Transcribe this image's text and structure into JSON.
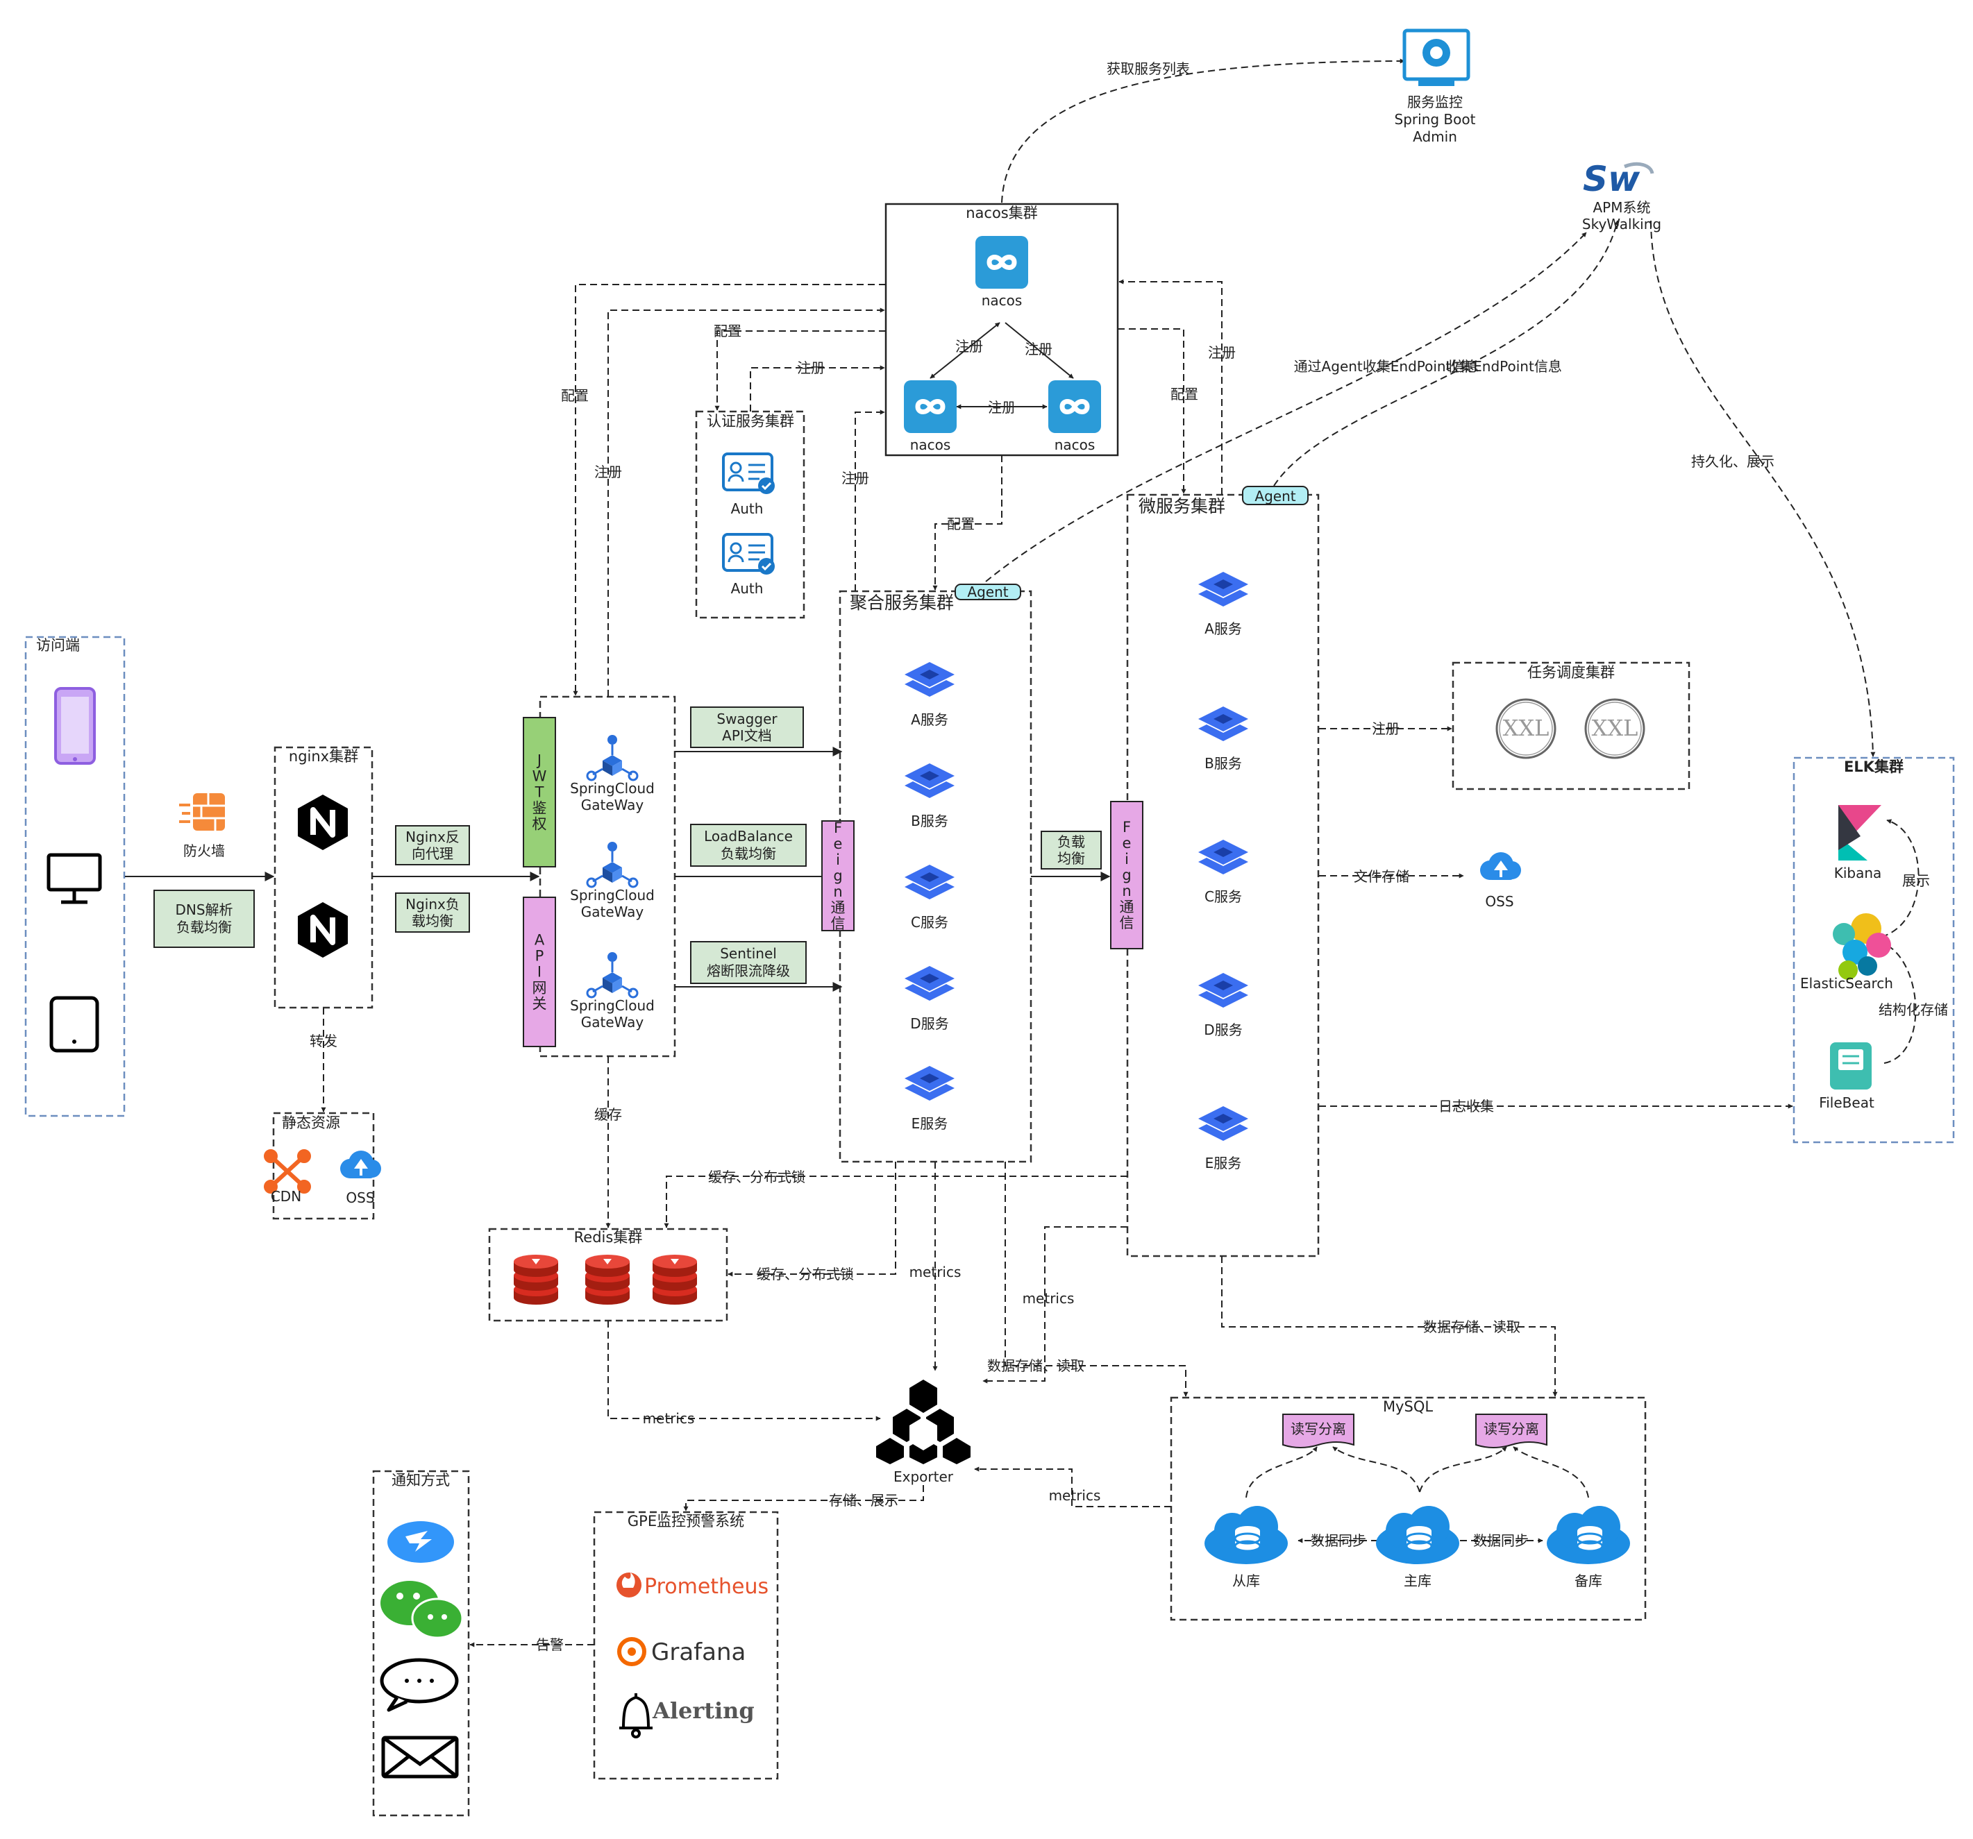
{
  "groups": {
    "access": "访问端",
    "nginx": "nginx集群",
    "static": "静态资源",
    "auth": "认证服务集群",
    "nacos": "nacos集群",
    "agg": "聚合服务集群",
    "micro": "微服务集群",
    "xxl": "任务调度集群",
    "elk": "ELK集群",
    "redis": "Redis集群",
    "mysql": "MySQL",
    "gpe": "GPE监控预警系统",
    "notify": "通知方式"
  },
  "nodes": {
    "firewall": "防火墙",
    "dns": [
      "DNS解析",
      "负载均衡"
    ],
    "nginx_proxy": [
      "Nginx反",
      "向代理"
    ],
    "nginx_lb": [
      "Nginx负",
      "载均衡"
    ],
    "cdn": "CDN",
    "oss": "OSS",
    "auth": "Auth",
    "nacos": "nacos",
    "jwt": "JWT鉴权",
    "api_gateway": "API网关",
    "gateway": [
      "SpringCloud",
      "GateWay"
    ],
    "swagger": [
      "Swagger",
      "API文档"
    ],
    "loadbalance": [
      "LoadBalance",
      "负载均衡"
    ],
    "sentinel": [
      "Sentinel",
      "熔断限流降级"
    ],
    "feign": "Feign通信",
    "lb_box": [
      "负载",
      "均衡"
    ],
    "agent": "Agent",
    "services": [
      "A服务",
      "B服务",
      "C服务",
      "D服务",
      "E服务"
    ],
    "xxl": "XXL",
    "admin": [
      "服务监控",
      "Spring Boot",
      "Admin"
    ],
    "skywalking": [
      "APM系统",
      "SkyWalking"
    ],
    "kibana": "Kibana",
    "elasticsearch": "ElasticSearch",
    "filebeat": "FileBeat",
    "exporter": "Exporter",
    "rw_split": "读写分离",
    "db_slave": "从库",
    "db_master": "主库",
    "db_backup": "备库",
    "prometheus": "Prometheus",
    "grafana": "Grafana",
    "alerting": "Alerting"
  },
  "edge_labels": {
    "forward": "转发",
    "config": "配置",
    "register": "注册",
    "get_list": "获取服务列表",
    "agent_collect": "通过Agent收集EndPoint信息",
    "collect": "收集EndPoint信息",
    "persist_show": "持久化、展示",
    "file_store": "文件存储",
    "show": "展示",
    "struct_store": "结构化存储",
    "log_collect": "日志收集",
    "cache": "缓存",
    "cache_lock": "缓存、分布式锁",
    "metrics": "metrics",
    "data_rw": "数据存储、读取",
    "store_show": "存储、展示",
    "data_sync": "数据同步",
    "alarm": "告警"
  },
  "colors": {
    "green_box": "#d5e8d4",
    "purple_box": "#e6a8e6",
    "jwt_box": "#97d077",
    "agent_box": "#b2eef4",
    "nacos_blue": "#2b9bd8",
    "layer_blue": "#3b6ef0",
    "redis_red": "#c6302b",
    "mysql_blue": "#1d8ee3",
    "group_blue_border": "#6c8ebf"
  }
}
